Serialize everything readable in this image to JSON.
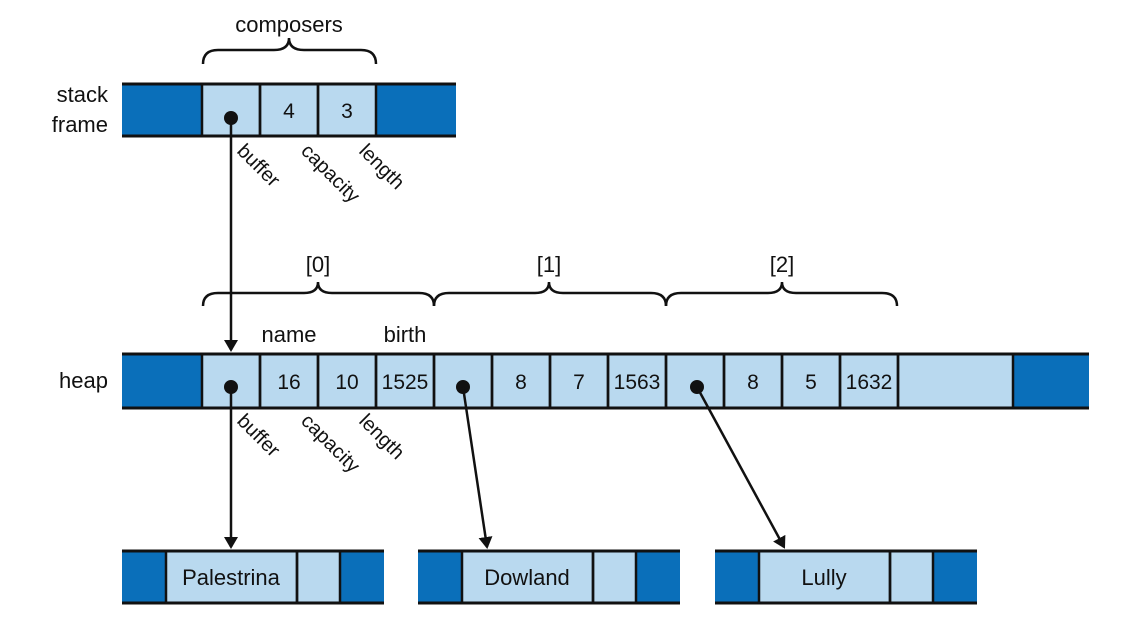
{
  "labels": {
    "stack_frame_line1": "stack",
    "stack_frame_line2": "frame",
    "heap": "heap",
    "composers": "composers",
    "index0": "[0]",
    "index1": "[1]",
    "index2": "[2]",
    "name": "name",
    "birth": "birth"
  },
  "stack": {
    "capacity": "4",
    "length": "3",
    "field_buffer": "buffer",
    "field_capacity": "capacity",
    "field_length": "length"
  },
  "heap": {
    "elements": [
      {
        "capacity": "16",
        "length": "10",
        "birth": "1525"
      },
      {
        "capacity": "8",
        "length": "7",
        "birth": "1563"
      },
      {
        "capacity": "8",
        "length": "5",
        "birth": "1632"
      }
    ],
    "field_buffer": "buffer",
    "field_capacity": "capacity",
    "field_length": "length"
  },
  "strings": [
    "Palestrina",
    "Dowland",
    "Lully"
  ],
  "colors": {
    "dark": "#0a6fba",
    "light": "#b9d9ef",
    "ink": "#111111"
  }
}
